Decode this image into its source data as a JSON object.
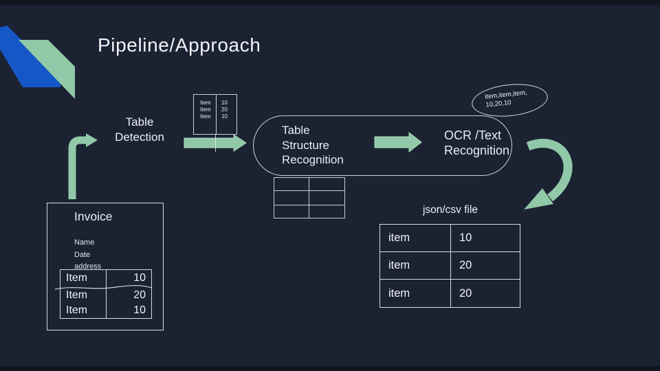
{
  "slide": {
    "title": "Pipeline/Approach"
  },
  "colors": {
    "background": "#1b2232",
    "edge_band": "#11151e",
    "accent_green": "#90c8a8",
    "accent_blue": "#1557c6",
    "line": "#d9dee6",
    "text": "#eef1f5"
  },
  "flow": {
    "detection": {
      "line1": "Table",
      "line2": "Detection"
    },
    "structure": {
      "line1": "Table",
      "line2": "Structure",
      "line3": "Recognition"
    },
    "ocr": {
      "line1": "OCR /Text",
      "line2": "Recognition"
    }
  },
  "mini_table": {
    "rows": [
      {
        "name": "Item",
        "value": "10"
      },
      {
        "name": "Item",
        "value": "20"
      },
      {
        "name": "Item",
        "value": "10"
      }
    ]
  },
  "bubble": {
    "line1": "item,item,item,",
    "line2": "10,20,10"
  },
  "output_table": {
    "label": "json/csv file",
    "rows": [
      {
        "name": "item",
        "value": "10"
      },
      {
        "name": "item",
        "value": "20"
      },
      {
        "name": "item",
        "value": "20"
      }
    ]
  },
  "invoice": {
    "title": "Invoice",
    "fields": {
      "line1": "Name",
      "line2": "Date",
      "line3": "address"
    },
    "rows": [
      {
        "name": "Item",
        "value": "10"
      },
      {
        "name": "Item",
        "value": "20"
      },
      {
        "name": "Item",
        "value": "10"
      }
    ]
  }
}
